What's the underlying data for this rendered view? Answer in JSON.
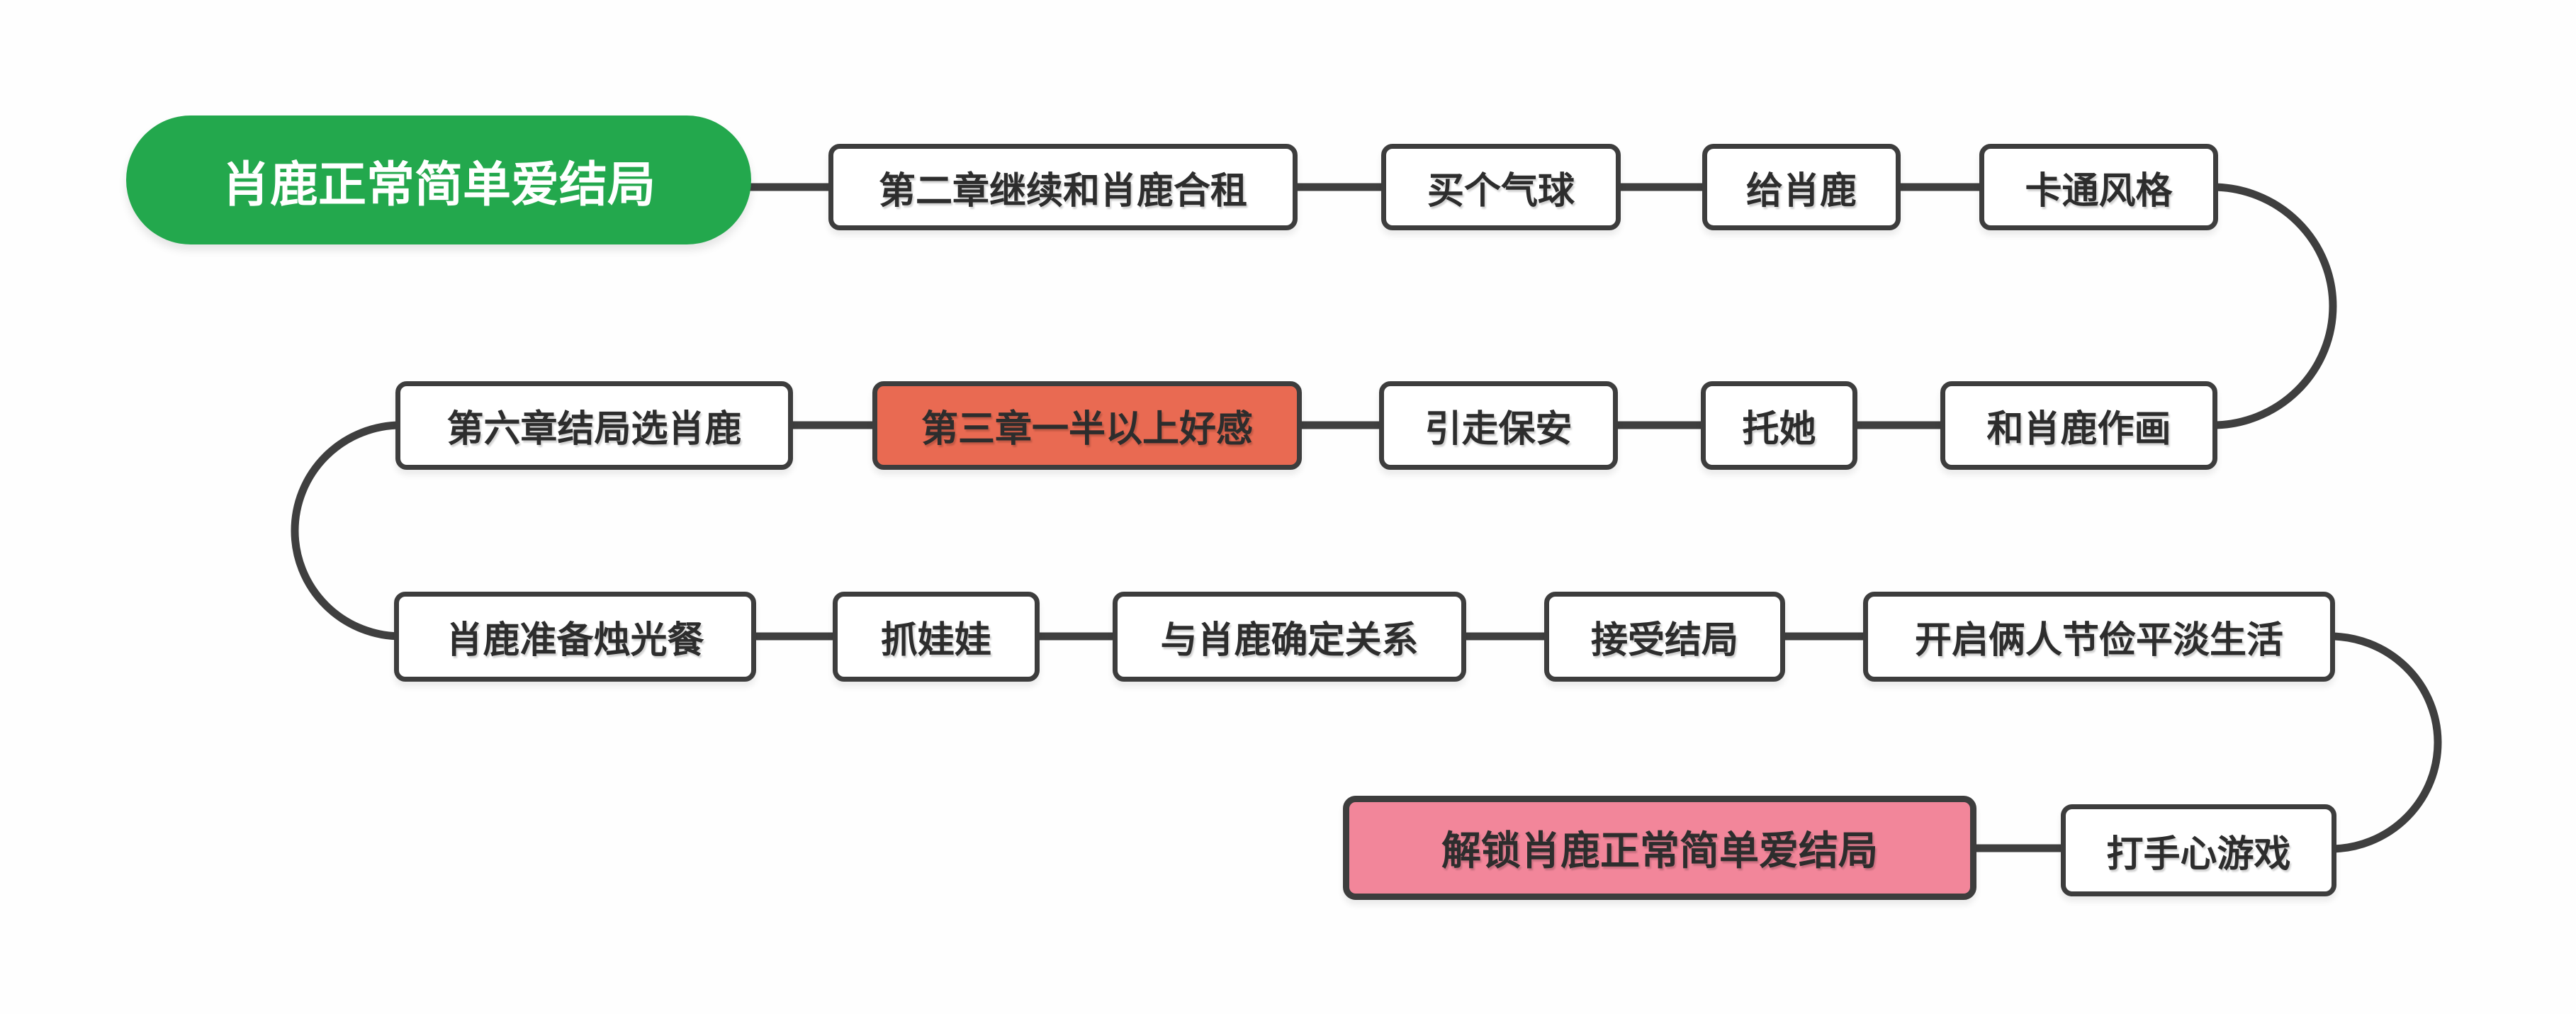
{
  "diagram": {
    "type": "flowchart-mindmap",
    "rows": 4,
    "flow_order": [
      "肖鹿正常简单爱结局",
      "第二章继续和肖鹿合租",
      "买个气球",
      "给肖鹿",
      "卡通风格",
      "和肖鹿作画",
      "托她",
      "引走保安",
      "第三章一半以上好感",
      "第六章结局选肖鹿",
      "肖鹿准备烛光餐",
      "抓娃娃",
      "与肖鹿确定关系",
      "接受结局",
      "开启俩人节俭平淡生活",
      "打手心游戏",
      "解锁肖鹿正常简单爱结局"
    ]
  },
  "colors": {
    "start_node": "#23A84D",
    "highlight_node": "#E96A52",
    "ending_node": "#F2869A",
    "node_bg": "#FFFFFF",
    "node_border": "#3D3D3D",
    "connector": "#3F3F3F",
    "node_text": "#2D2D2D",
    "start_text": "#FFFFFF",
    "background": "#FEFEFE"
  },
  "nodes": [
    {
      "label": "肖鹿正常简单爱结局",
      "type": "start"
    },
    {
      "label": "第二章继续和肖鹿合租",
      "type": "normal"
    },
    {
      "label": "买个气球",
      "type": "normal"
    },
    {
      "label": "给肖鹿",
      "type": "normal"
    },
    {
      "label": "卡通风格",
      "type": "normal"
    },
    {
      "label": "和肖鹿作画",
      "type": "normal"
    },
    {
      "label": "托她",
      "type": "normal"
    },
    {
      "label": "引走保安",
      "type": "normal"
    },
    {
      "label": "第三章一半以上好感",
      "type": "highlight"
    },
    {
      "label": "第六章结局选肖鹿",
      "type": "normal"
    },
    {
      "label": "肖鹿准备烛光餐",
      "type": "normal"
    },
    {
      "label": "抓娃娃",
      "type": "normal"
    },
    {
      "label": "与肖鹿确定关系",
      "type": "normal"
    },
    {
      "label": "接受结局",
      "type": "normal"
    },
    {
      "label": "开启俩人节俭平淡生活",
      "type": "normal"
    },
    {
      "label": "打手心游戏",
      "type": "normal"
    },
    {
      "label": "解锁肖鹿正常简单爱结局",
      "type": "ending"
    }
  ]
}
